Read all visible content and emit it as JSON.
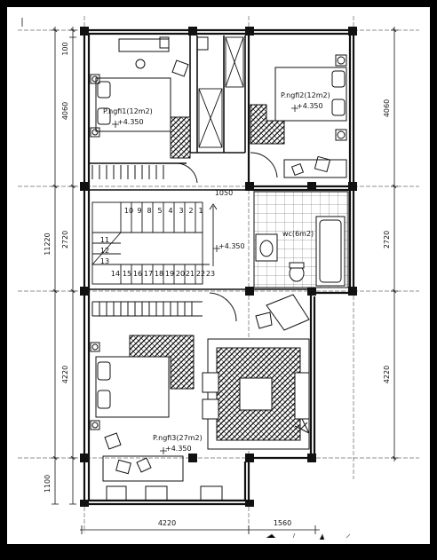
{
  "colors": {
    "frame": "#000000",
    "paper": "#ffffff",
    "ink": "#111111",
    "grid": "#222222"
  },
  "rooms": {
    "bedroom1": {
      "label": "P.ngfi1(12m2)",
      "level": "+4.350"
    },
    "bedroom2": {
      "label": "P.ngfi2(12m2)",
      "level": "+4.350"
    },
    "wc": {
      "label": "wc(6m2)"
    },
    "bedroom3": {
      "label": "P.ngfi3(27m2)",
      "level": "+4.350"
    },
    "stair_landing": {
      "level": "+4.350"
    }
  },
  "stair": {
    "top_row": [
      "10",
      "9",
      "8",
      "5",
      "4",
      "3",
      "2",
      "1"
    ],
    "left_col": [
      "11",
      "12",
      "13"
    ],
    "bottom_row": [
      "14",
      "15",
      "16",
      "17",
      "18",
      "19",
      "20",
      "21",
      "22",
      "23"
    ]
  },
  "dimensions": {
    "left_small": "100",
    "left_top": "4060",
    "left_overall": "11220",
    "left_mid": "2720",
    "left_lower": "4220",
    "left_bottom": "1100",
    "right_top": "4060",
    "right_mid": "2720",
    "right_lower": "4220",
    "top_partition": "1050",
    "bottom_left": "4220",
    "bottom_right": "1560"
  }
}
